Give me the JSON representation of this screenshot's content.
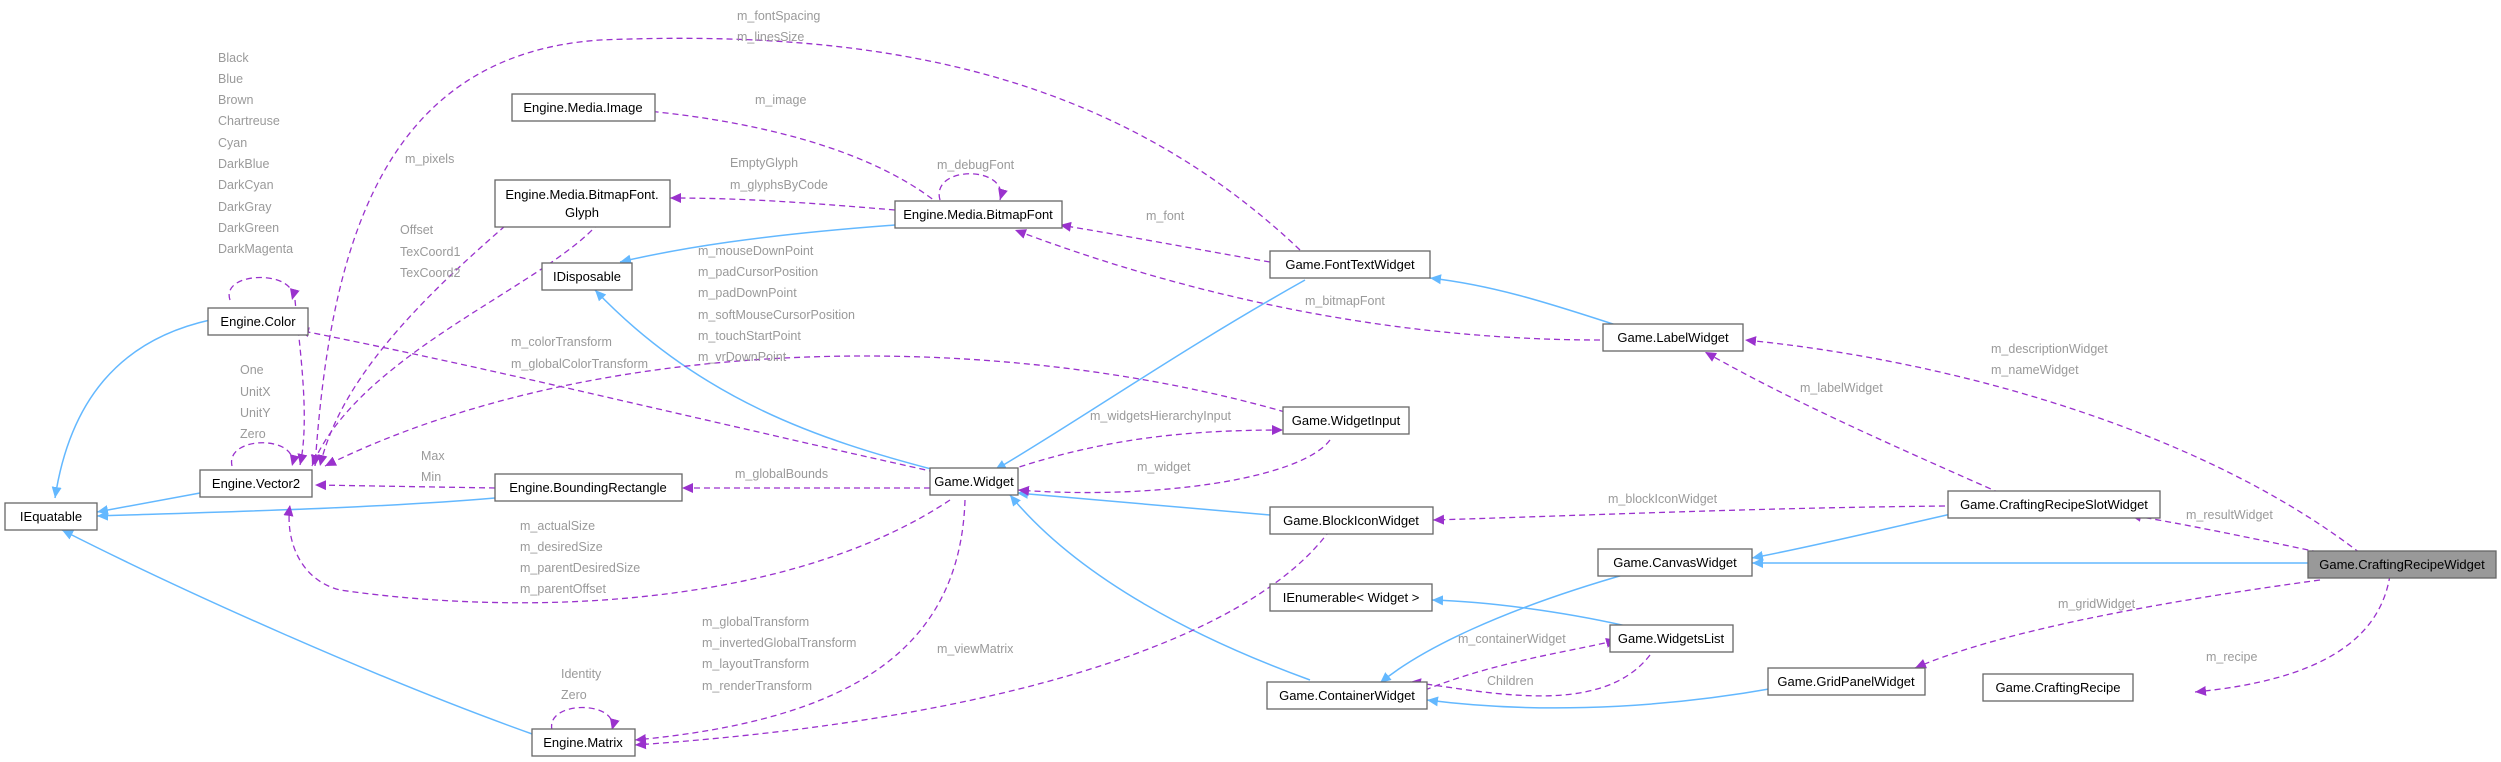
{
  "colors": {
    "inheritance_edge": "#63b8ff",
    "usage_edge": "#9a32cd",
    "node_border": "#666666",
    "highlight_fill": "#999999",
    "edge_label": "#9a9a9a"
  },
  "nodes": {
    "iequatable": "IEquatable",
    "engine_vector2": "Engine.Vector2",
    "engine_color": "Engine.Color",
    "engine_matrix": "Engine.Matrix",
    "engine_bounding_rectangle": "Engine.BoundingRectangle",
    "engine_media_image": "Engine.Media.Image",
    "engine_glyph_line1": "Engine.Media.BitmapFont.",
    "engine_glyph_line2": "Glyph",
    "engine_bitmap_font": "Engine.Media.BitmapFont",
    "idisposable": "IDisposable",
    "game_widget": "Game.Widget",
    "game_widget_input": "Game.WidgetInput",
    "game_font_text_widget": "Game.FontTextWidget",
    "game_label_widget": "Game.LabelWidget",
    "game_block_icon_widget": "Game.BlockIconWidget",
    "game_canvas_widget": "Game.CanvasWidget",
    "ienumerable_widget": "IEnumerable< Widget >",
    "game_container_widget": "Game.ContainerWidget",
    "game_widgets_list": "Game.WidgetsList",
    "game_grid_panel_widget": "Game.GridPanelWidget",
    "game_crafting_recipe_slot_widget": "Game.CraftingRecipeSlotWidget",
    "game_crafting_recipe_widget": "Game.CraftingRecipeWidget",
    "game_crafting_recipe": "Game.CraftingRecipe"
  },
  "labels": {
    "color_statics": [
      "Black",
      "Blue",
      "Brown",
      "Chartreuse",
      "Cyan",
      "DarkBlue",
      "DarkCyan",
      "DarkGray",
      "DarkGreen",
      "DarkMagenta"
    ],
    "vector2_statics": [
      "One",
      "UnitX",
      "UnitY",
      "Zero"
    ],
    "glyph_fields": [
      "Offset",
      "TexCoord1",
      "TexCoord2"
    ],
    "font_spacing": [
      "m_fontSpacing",
      "m_linesSize"
    ],
    "m_pixels": "m_pixels",
    "m_image": "m_image",
    "m_debug_font": "m_debugFont",
    "glyph_refs": [
      "EmptyGlyph",
      "m_glyphsByCode"
    ],
    "m_font": "m_font",
    "m_bitmap_font": "m_bitmapFont",
    "input_points": [
      "m_mouseDownPoint",
      "m_padCursorPosition",
      "m_padDownPoint",
      "m_softMouseCursorPosition",
      "m_touchStartPoint",
      "m_vrDownPoint"
    ],
    "color_transform": [
      "m_colorTransform",
      "m_globalColorTransform"
    ],
    "m_widgets_hierarchy_input": "m_widgetsHierarchyInput",
    "m_widget": "m_widget",
    "max_min": [
      "Max",
      "Min"
    ],
    "m_global_bounds": "m_globalBounds",
    "widget_sizes": [
      "m_actualSize",
      "m_desiredSize",
      "m_parentDesiredSize",
      "m_parentOffset"
    ],
    "matrix_statics": [
      "Identity",
      "Zero"
    ],
    "matrix_fields": [
      "m_globalTransform",
      "m_invertedGlobalTransform",
      "m_layoutTransform",
      "m_renderTransform"
    ],
    "m_view_matrix": "m_viewMatrix",
    "m_container_widget": "m_containerWidget",
    "children": "Children",
    "m_block_icon_widget": "m_blockIconWidget",
    "m_label_widget": "m_labelWidget",
    "description_name": [
      "m_descriptionWidget",
      "m_nameWidget"
    ],
    "m_result_widget": "m_resultWidget",
    "m_grid_widget": "m_gridWidget",
    "m_recipe": "m_recipe"
  }
}
